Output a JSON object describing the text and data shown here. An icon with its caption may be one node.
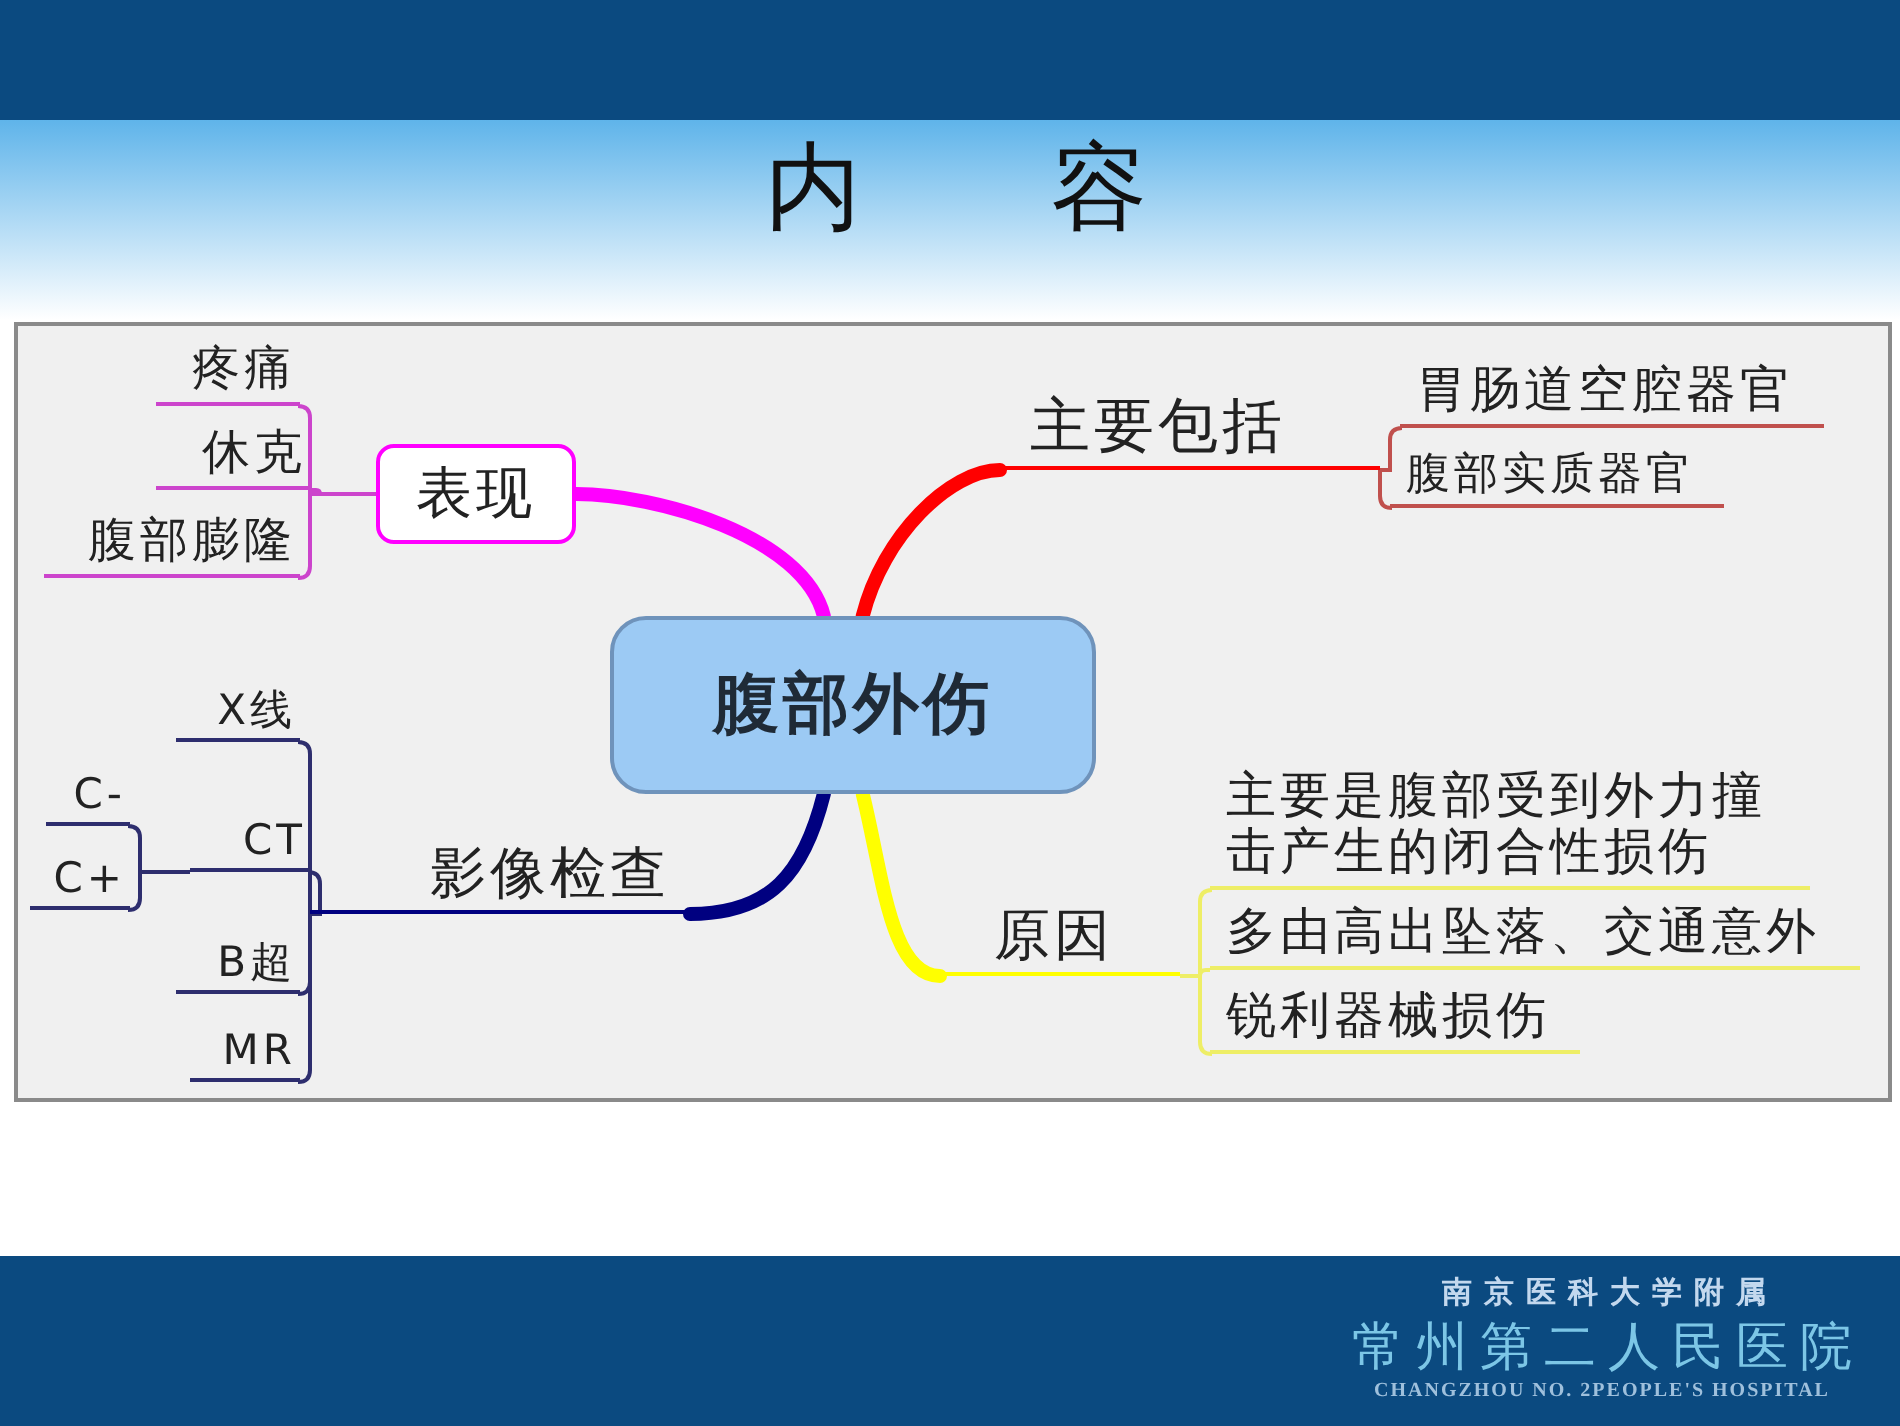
{
  "diagram": {
    "title": "内 容",
    "nodes": [
      {
        "text": [
          "腹部外伤"
        ]
      },
      {
        "text": [
          "表现"
        ]
      },
      {
        "text": [
          "疼痛"
        ]
      },
      {
        "text": [
          "休克"
        ]
      },
      {
        "text": [
          "腹部膨隆"
        ]
      },
      {
        "text": [
          "影像检查"
        ]
      },
      {
        "text": [
          "X线"
        ]
      },
      {
        "text": [
          "CT"
        ]
      },
      {
        "text": [
          "C-"
        ]
      },
      {
        "text": [
          "C+"
        ]
      },
      {
        "text": [
          "B超"
        ]
      },
      {
        "text": [
          "MR"
        ]
      },
      {
        "text": [
          "主要包括"
        ]
      },
      {
        "text": [
          "胃肠道空腔器官"
        ]
      },
      {
        "text": [
          "腹部实质器官"
        ]
      },
      {
        "text": [
          "原因"
        ]
      },
      {
        "text": [
          "主要是腹部受到外力撞击产生的闭合性损伤"
        ]
      },
      {
        "text": [
          "多由高出坠落、交通意外"
        ]
      },
      {
        "text": [
          "锐利器械损伤"
        ]
      }
    ],
    "edges": [
      {
        "from": 0,
        "to": 1,
        "arrow": "none",
        "style": "thick",
        "color": "#ff00ff"
      },
      {
        "from": 1,
        "to": 2,
        "arrow": "none",
        "color": "#cc44cc"
      },
      {
        "from": 1,
        "to": 3,
        "arrow": "none",
        "color": "#cc44cc"
      },
      {
        "from": 1,
        "to": 4,
        "arrow": "none",
        "color": "#cc44cc"
      },
      {
        "from": 0,
        "to": 5,
        "arrow": "none",
        "style": "thick",
        "color": "#000080"
      },
      {
        "from": 5,
        "to": 6,
        "arrow": "none",
        "color": "#2e2e6e"
      },
      {
        "from": 5,
        "to": 7,
        "arrow": "none",
        "color": "#2e2e6e"
      },
      {
        "from": 5,
        "to": 10,
        "arrow": "none",
        "color": "#2e2e6e"
      },
      {
        "from": 5,
        "to": 11,
        "arrow": "none",
        "color": "#2e2e6e"
      },
      {
        "from": 7,
        "to": 8,
        "arrow": "none",
        "color": "#2e2e6e"
      },
      {
        "from": 7,
        "to": 9,
        "arrow": "none",
        "color": "#2e2e6e"
      },
      {
        "from": 0,
        "to": 12,
        "arrow": "none",
        "style": "thick",
        "color": "#ff0000"
      },
      {
        "from": 12,
        "to": 13,
        "arrow": "none",
        "color": "#c0504d"
      },
      {
        "from": 12,
        "to": 14,
        "arrow": "none",
        "color": "#c0504d"
      },
      {
        "from": 0,
        "to": 15,
        "arrow": "none",
        "style": "thick",
        "color": "#ffff00"
      },
      {
        "from": 15,
        "to": 16,
        "arrow": "none",
        "color": "#eeee66"
      },
      {
        "from": 15,
        "to": 17,
        "arrow": "none",
        "color": "#eeee66"
      },
      {
        "from": 15,
        "to": 18,
        "arrow": "none",
        "color": "#eeee66"
      }
    ],
    "labels": [
      "南京医科大学附属",
      "常州第二人民医院",
      "CHANGZHOU NO. 2PEOPLE'S HOSPITAL"
    ]
  }
}
